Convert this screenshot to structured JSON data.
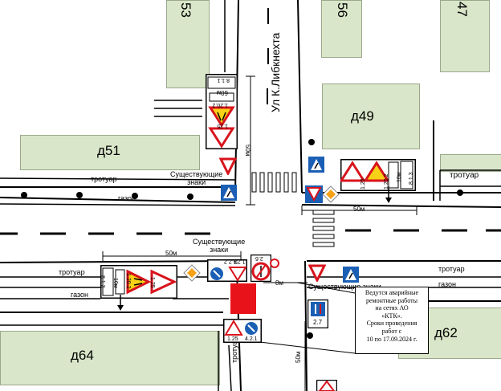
{
  "streets": {
    "main_street": "Ул К.Либкнехта"
  },
  "buildings": {
    "b53": "53",
    "b56": "56",
    "b47": "47",
    "d51": "д51",
    "d49": "д49",
    "d64": "д64",
    "d62": "д62"
  },
  "labels": {
    "sidewalk": "тротуар",
    "lawn": "газон",
    "existing_signs_line1": "Существующие",
    "existing_signs_line2": "знаки",
    "existing_signs_full": "Существующие знаки"
  },
  "dimensions": {
    "d50m": "50м",
    "d8m": "8м",
    "d10m": "10м"
  },
  "sign_codes": {
    "s1_25": "1.25",
    "s1_20_2": "1.20.2",
    "s8_1_3": "8.1.3",
    "s8_1_1": "8.1.1",
    "s4_2_2": "4.2.2",
    "s4_2_1": "4.2.1",
    "s2_6": "2.6",
    "s2_7": "2.7",
    "s60m": "60м"
  },
  "notice": {
    "line1": "Ведутся аварийные",
    "line2": "ремонтные работы",
    "line3": "на сетях АО",
    "line4": "«КТК».",
    "line5": "Сроки проведения",
    "line6": "работ с",
    "line7": "10 по 17.09.2024 г."
  },
  "colors": {
    "building": "#d9e6c9",
    "work_zone": "#e8131a",
    "sign_red": "#d8141c",
    "sign_blue": "#1a5fb4",
    "sign_yellow": "#f7d117"
  }
}
